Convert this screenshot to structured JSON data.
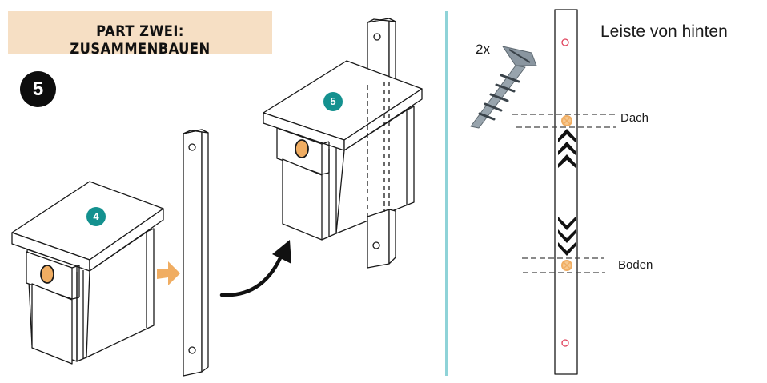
{
  "banner": {
    "title": "PART ZWEI: ZUSAMMENBAUEN"
  },
  "step": {
    "number": "5"
  },
  "left_illustration": {
    "birdhouse_before_badge": "4",
    "birdhouse_after_badge": "5",
    "colors": {
      "accent_orange": "#f0ad62",
      "teal": "#14918f",
      "banner_bg": "#f6dfc4",
      "divider": "#8fd3d8",
      "hole_red": "#e0405a"
    }
  },
  "right_panel": {
    "title": "Leiste von hinten",
    "screw_quantity": "2x",
    "labels": {
      "roof": "Dach",
      "floor": "Boden"
    },
    "icons": [
      "screw-icon",
      "screw-position-icon",
      "chevron-up-icon",
      "chevron-down-icon",
      "mounting-hole-icon"
    ]
  }
}
